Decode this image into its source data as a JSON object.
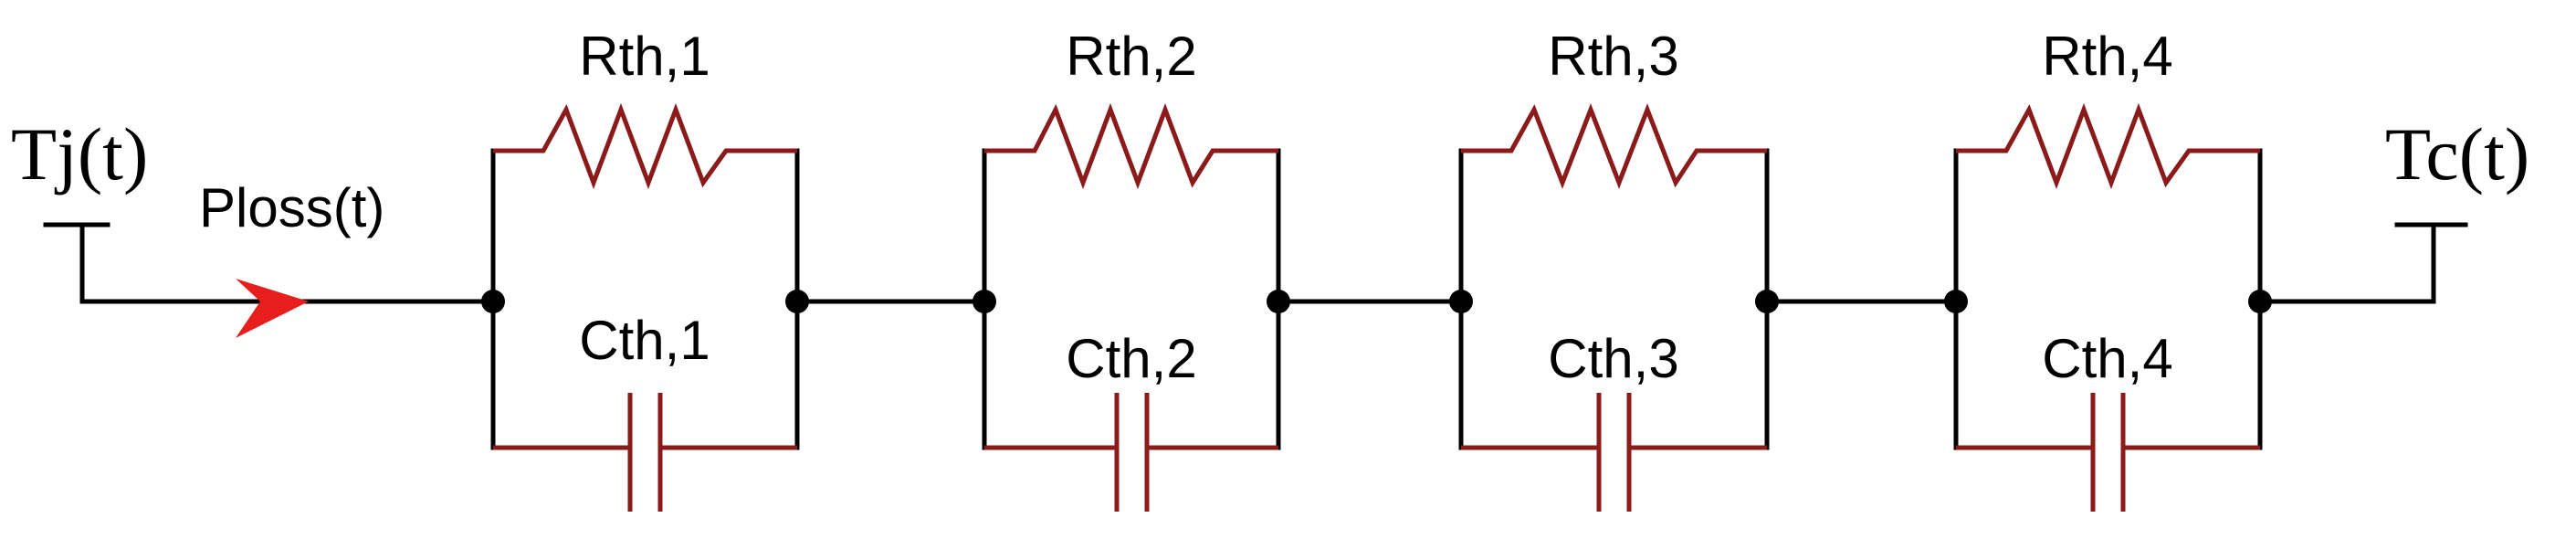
{
  "terminals": {
    "left": "Tj(t)",
    "right": "Tc(t)"
  },
  "ploss_label": "Ploss(t)",
  "stages": [
    {
      "r_label": "Rth,1",
      "c_label": "Cth,1"
    },
    {
      "r_label": "Rth,2",
      "c_label": "Cth,2"
    },
    {
      "r_label": "Rth,3",
      "c_label": "Cth,3"
    },
    {
      "r_label": "Rth,4",
      "c_label": "Cth,4"
    }
  ],
  "colors": {
    "wire": "#000000",
    "component": "#8b1a1a",
    "arrow": "#e61e1e"
  },
  "icons": {
    "resistor": "resistor-zigzag",
    "capacitor": "capacitor-plates",
    "node": "junction-dot",
    "arrow": "current-arrow"
  }
}
